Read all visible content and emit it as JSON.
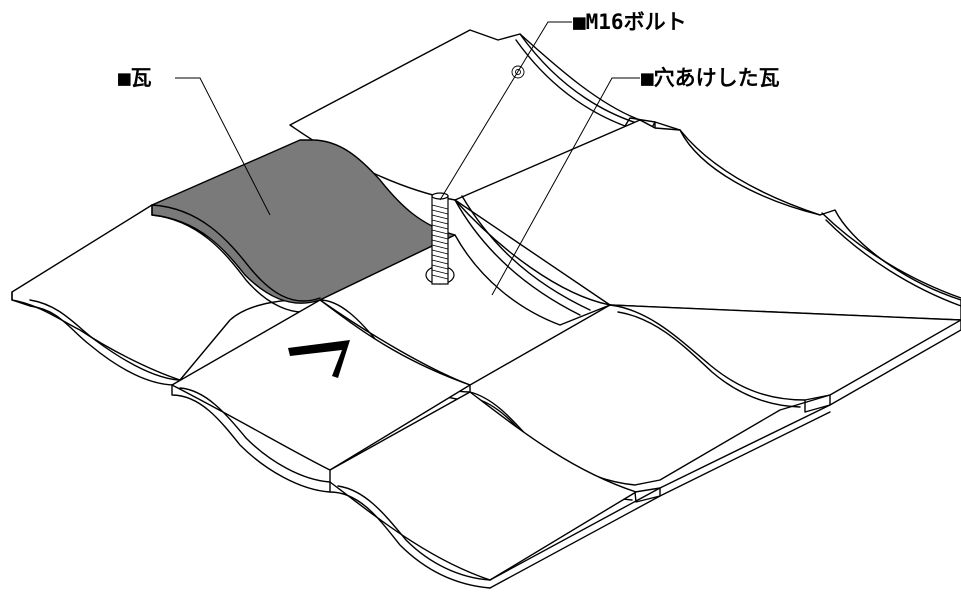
{
  "labels": {
    "bolt": "■M16ボルト",
    "tile": "■瓦",
    "drilled_tile": "■穴あけした瓦"
  },
  "colors": {
    "highlighted_tile": "#7a7a7a",
    "line": "#000000",
    "background": "#ffffff"
  },
  "icons": {
    "direction_marker": "chevron-up-icon"
  }
}
